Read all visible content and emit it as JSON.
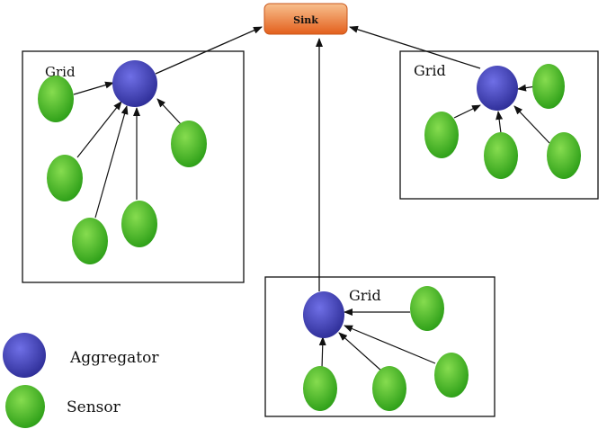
{
  "sink": {
    "label": "Sink",
    "fill_top": "#f6b47a",
    "fill_bottom": "#e4631f",
    "stroke": "#c9561a"
  },
  "grids": [
    {
      "id": "grid-left",
      "label": "Grid"
    },
    {
      "id": "grid-right",
      "label": "Grid"
    },
    {
      "id": "grid-bottom",
      "label": "Grid"
    }
  ],
  "legend": {
    "aggregator_label": "Aggregator",
    "sensor_label": "Sensor"
  },
  "colors": {
    "aggregator": "#3a3aa8",
    "aggregator_highlight": "#6a6ae0",
    "sensor": "#34b21c",
    "sensor_highlight": "#7fd84a",
    "arrow": "#111111",
    "box_stroke": "#111111"
  }
}
